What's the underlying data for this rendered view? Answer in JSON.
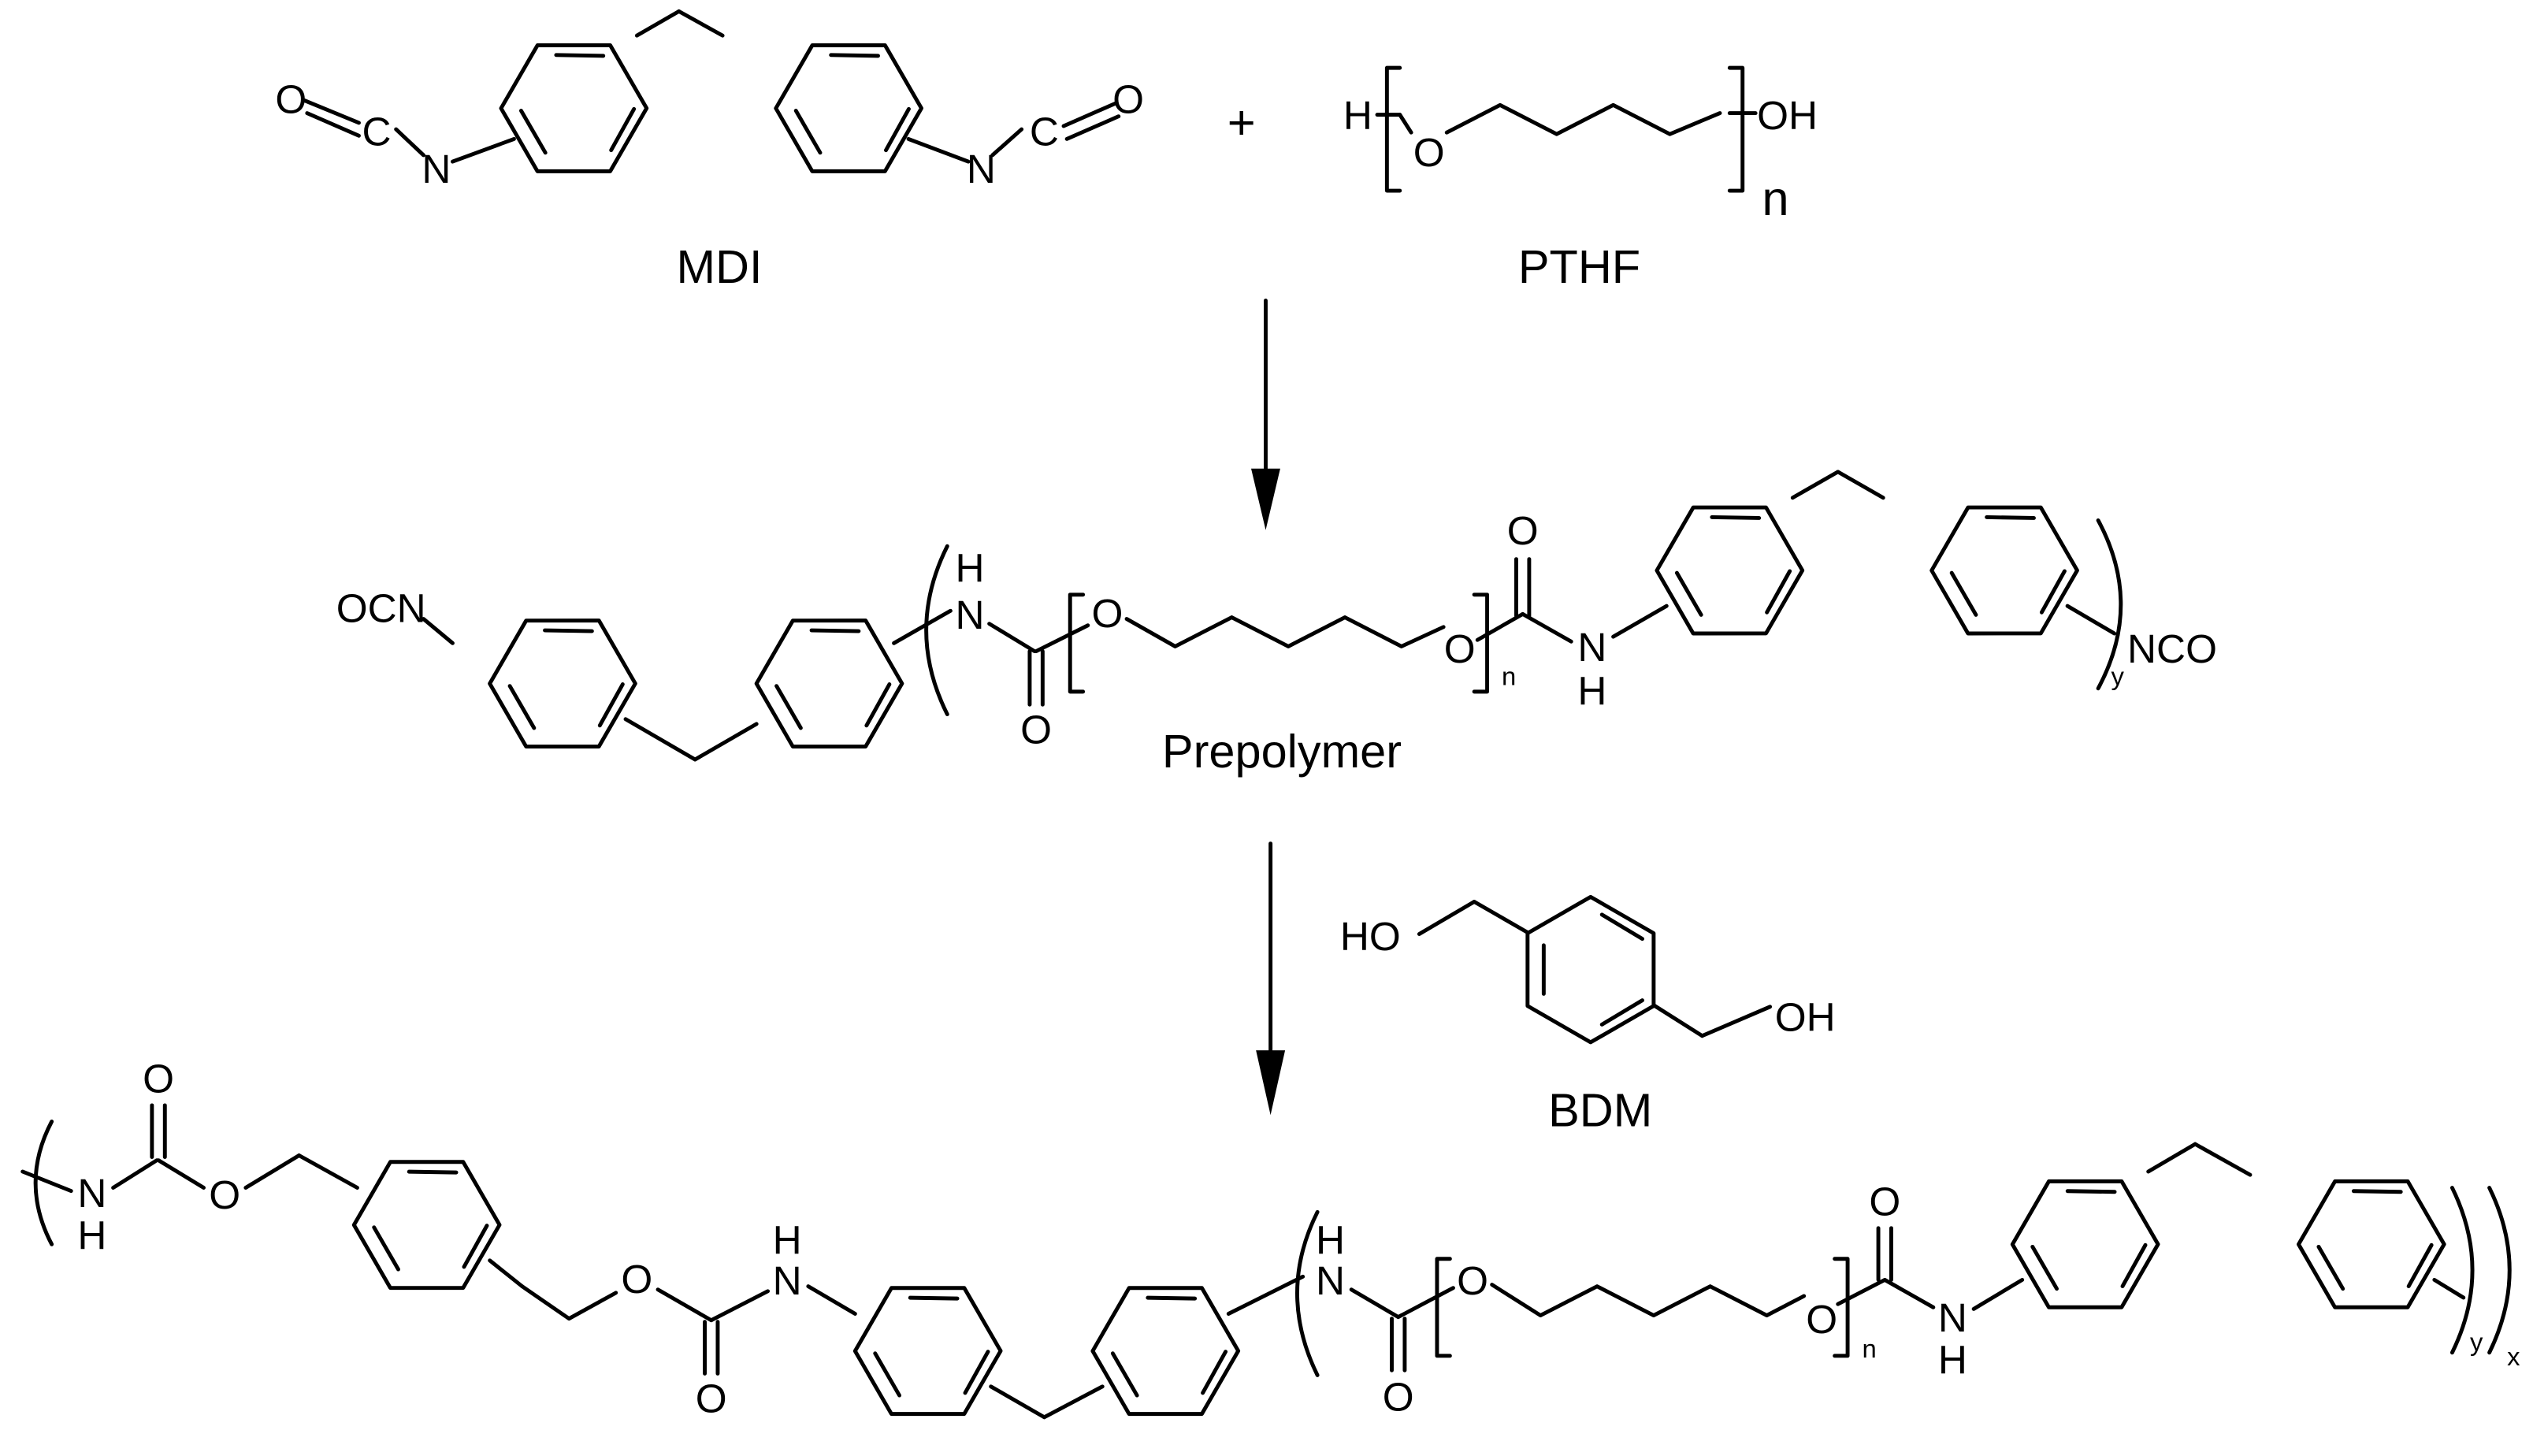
{
  "reactants": {
    "mdi": {
      "name": "MDI",
      "atoms": [
        "O",
        "C",
        "N",
        "N",
        "C",
        "O"
      ]
    },
    "plus": "+",
    "pthf": {
      "name": "PTHF",
      "h": "H",
      "o": "O",
      "oh": "OH",
      "n": "n"
    }
  },
  "prepolymer": {
    "name": "Prepolymer",
    "ocn": "OCN",
    "nco": "NCO",
    "nh": [
      "N",
      "H",
      "N",
      "H"
    ],
    "carbonyl_o": [
      "O",
      "O"
    ],
    "ether_o": [
      "O",
      "O"
    ],
    "n": "n",
    "y": "y"
  },
  "bdm": {
    "name": "BDM",
    "ho": "HO",
    "oh": "OH"
  },
  "product": {
    "nh": [
      "N",
      "H",
      "N",
      "H",
      "N",
      "H",
      "N",
      "H"
    ],
    "carbonyl_o": [
      "O",
      "O",
      "O",
      "O"
    ],
    "ester_o": [
      "O",
      "O"
    ],
    "ether_o": [
      "O",
      "O"
    ],
    "n": "n",
    "y": "y",
    "x": "x"
  }
}
